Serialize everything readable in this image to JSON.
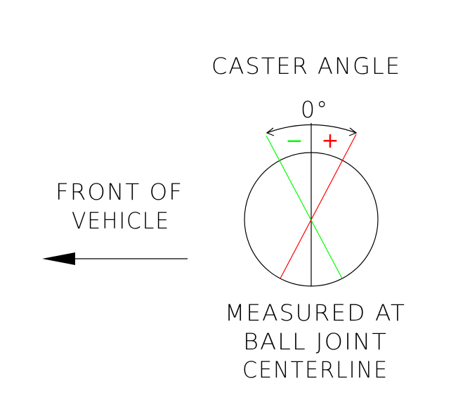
{
  "title": "CASTER ANGLE",
  "zero_label": "0°",
  "minus_sign": "−",
  "plus_sign": "+",
  "front_label": {
    "line1": "FRONT OF",
    "line2": "VEHICLE"
  },
  "measured_label": {
    "line1": "MEASURED AT",
    "line2": "BALL JOINT",
    "line3": "CENTERLINE"
  },
  "colors": {
    "line": "#000000",
    "negative": "#00ff00",
    "positive": "#ff0000"
  }
}
